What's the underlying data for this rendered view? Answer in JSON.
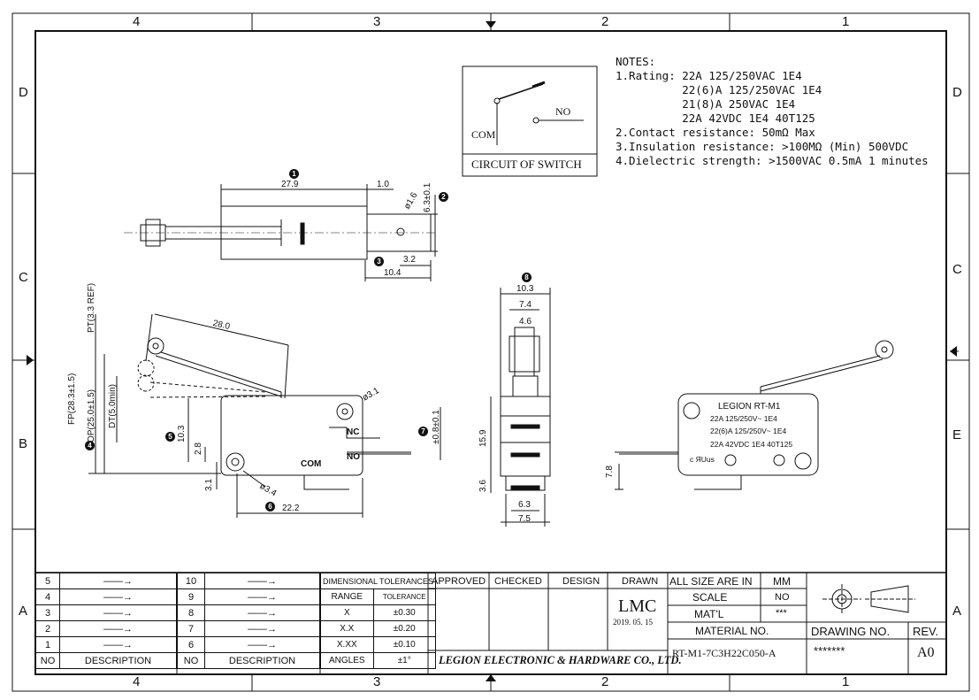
{
  "zones": {
    "columns_top": [
      "4",
      "3",
      "2",
      "1"
    ],
    "columns_bottom": [
      "4",
      "3",
      "2",
      "1"
    ],
    "rows_left": [
      "D",
      "C",
      "B",
      "A"
    ],
    "rows_right": [
      "D",
      "C",
      "E",
      "A"
    ]
  },
  "circuit": {
    "caption": "CIRCUIT OF SWITCH",
    "com_label": "COM",
    "no_label": "NO"
  },
  "notes": {
    "heading": "NOTES:",
    "lines": [
      "1.Rating: 22A 125/250VAC 1E4",
      "          22(6)A 125/250VAC 1E4",
      "          21(8)A 250VAC 1E4",
      "          22A 42VDC 1E4 40T125",
      "2.Contact resistance: 50mΩ Max",
      "3.Insulation resistance: >100MΩ (Min) 500VDC",
      "4.Dielectric strength: >1500VAC 0.5mA 1 minutes"
    ]
  },
  "top_view": {
    "dims": [
      "27.9",
      "1.0",
      "ø1.6",
      "6.3±0.1",
      "3.2",
      "10.4"
    ],
    "balloons": [
      "1",
      "2",
      "3"
    ]
  },
  "side_view": {
    "dims": [
      "PT(3.3 REF)",
      "28.0",
      "FP(28.3±1.5)",
      "OP(25.0±1.5)",
      "DT(5.0min)",
      "ø3.1",
      "10.3",
      "2.8",
      "3.1",
      "ø3.4",
      "22.2",
      "±0.8±0.1"
    ],
    "balloons": [
      "4",
      "5",
      "6",
      "7"
    ],
    "terminal_labels": [
      "NC",
      "NO",
      "COM"
    ]
  },
  "end_view": {
    "dims": [
      "10.3",
      "7.4",
      "4.6",
      "15.9",
      "3.6",
      "6.3",
      "7.5"
    ],
    "balloons": [
      "8"
    ]
  },
  "label_view": {
    "brand": "LEGION  RT-M1",
    "ratings": [
      "22A 125/250V~ 1E4",
      "22(6)A 125/250V~ 1E4",
      "22A 42VDC 1E4  40T125"
    ],
    "marks": "c ЯUus",
    "dim": "7.8"
  },
  "revision_table": {
    "left": [
      {
        "num": "5",
        "desc": "——→"
      },
      {
        "num": "4",
        "desc": "——→"
      },
      {
        "num": "3",
        "desc": "——→"
      },
      {
        "num": "2",
        "desc": "——→"
      },
      {
        "num": "1",
        "desc": "——→"
      }
    ],
    "right": [
      {
        "num": "10",
        "desc": "——→"
      },
      {
        "num": "9",
        "desc": "——→"
      },
      {
        "num": "8",
        "desc": "——→"
      },
      {
        "num": "7",
        "desc": "——→"
      },
      {
        "num": "6",
        "desc": "——→"
      }
    ],
    "footer_no": "NO",
    "footer_desc": "DESCRIPTION"
  },
  "tolerances": {
    "title": "DIMENSIONAL TOLERANCES",
    "header": [
      "RANGE",
      "TOLERANCE"
    ],
    "rows": [
      [
        "X",
        "±0.30"
      ],
      [
        "X.X",
        "±0.20"
      ],
      [
        "X.XX",
        "±0.10"
      ],
      [
        "ANGLES",
        "±1°"
      ]
    ]
  },
  "approval": {
    "headers": [
      "APPROVED",
      "CHECKED",
      "DESIGN",
      "DRAWN"
    ],
    "drawn_by": "LMC",
    "drawn_date": "2019. 05. 15",
    "company": "LEGION ELECTRONIC & HARDWARE CO., LTD."
  },
  "title_block": {
    "size_label": "ALL SIZE ARE IN",
    "size_unit": "MM",
    "scale_label": "SCALE",
    "scale_value": "NO",
    "matl_label": "MAT'L",
    "matl_value": "***",
    "material_no_label": "MATERIAL NO.",
    "material_no": "RT-M1-7C3H22C050-A",
    "drawing_no_label": "DRAWING NO.",
    "drawing_no": "*******",
    "rev_label": "REV.",
    "rev": "A0"
  }
}
